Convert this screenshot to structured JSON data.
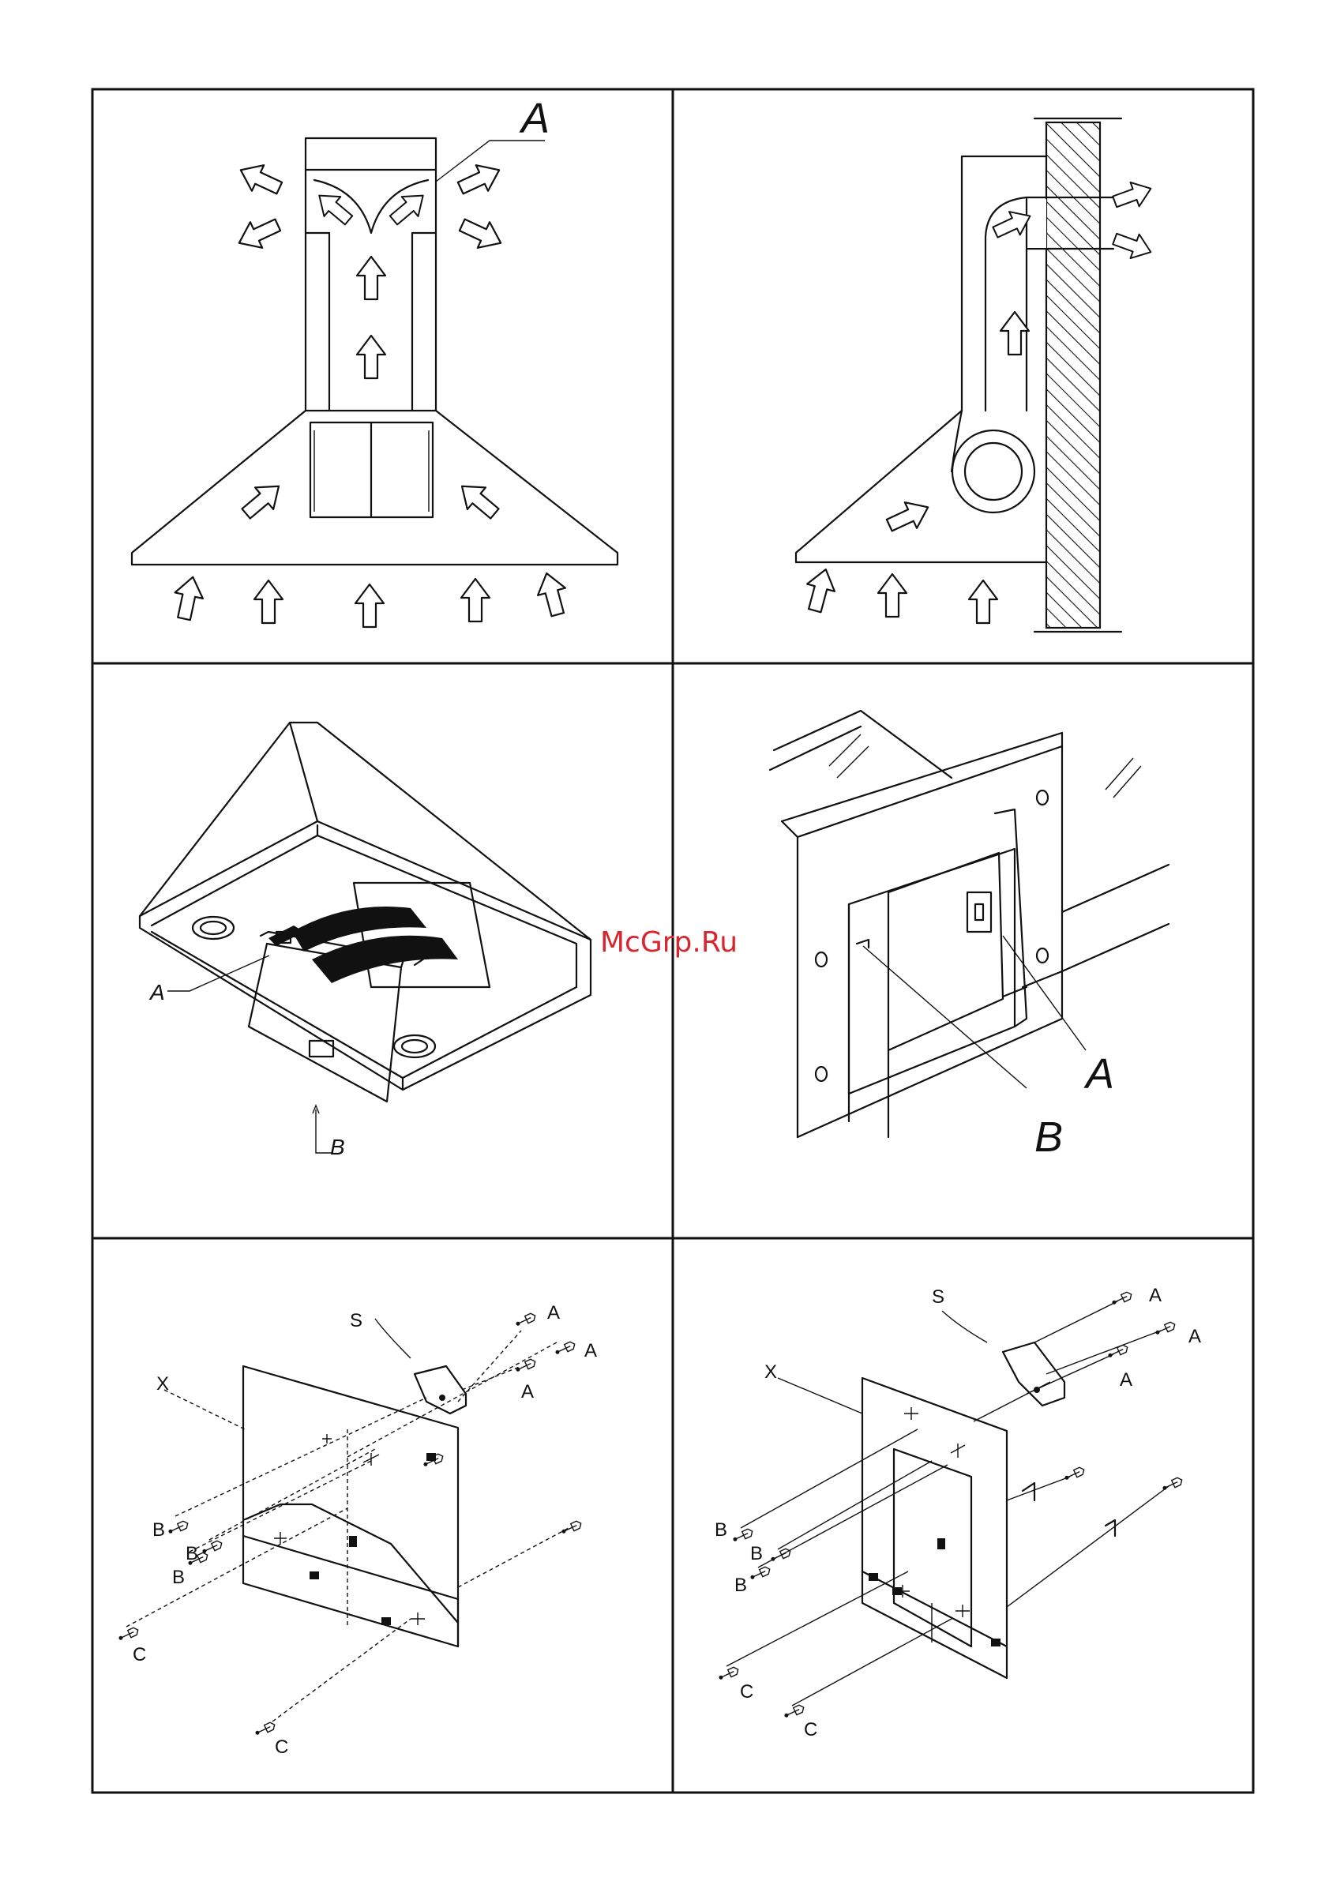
{
  "watermark": "McGrp.Ru",
  "panels": {
    "p1": {
      "label_a": "A"
    },
    "p3": {
      "label_a": "A",
      "label_b": "B"
    },
    "p4": {
      "label_a": "A",
      "label_b": "B"
    },
    "p5": {
      "label_s": "S",
      "label_x": "X",
      "label_a": "A",
      "label_b": "B",
      "label_c": "C"
    },
    "p6": {
      "label_s": "S",
      "label_x": "X",
      "label_a": "A",
      "label_b": "B",
      "label_c": "C"
    }
  },
  "colors": {
    "ink": "#111111",
    "watermark": "#d8262e",
    "background": "#ffffff"
  }
}
